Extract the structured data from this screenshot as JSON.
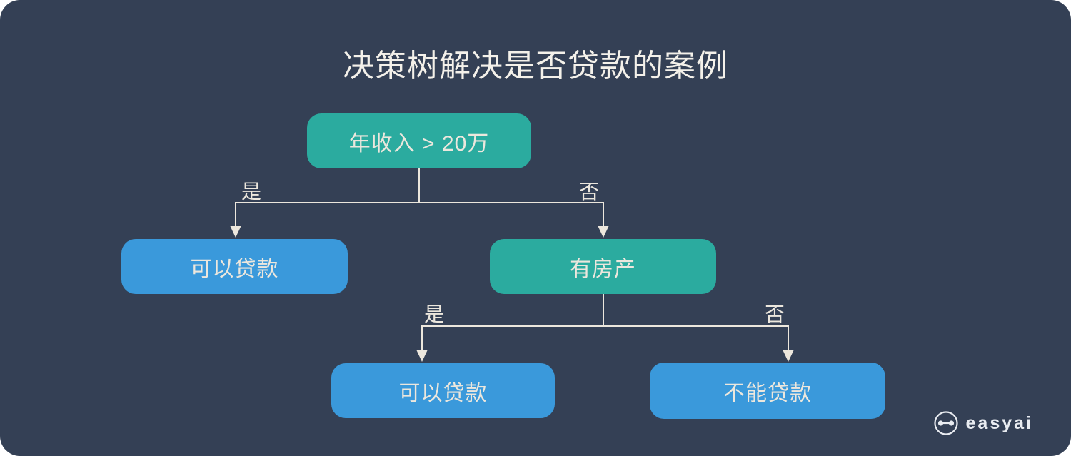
{
  "title": "决策树解决是否贷款的案例",
  "diagram": {
    "type": "decision-tree",
    "nodes": [
      {
        "id": "income",
        "label": "年收入 > 20万",
        "kind": "decision"
      },
      {
        "id": "loan-yes-1",
        "label": "可以贷款",
        "kind": "leaf"
      },
      {
        "id": "property",
        "label": "有房产",
        "kind": "decision"
      },
      {
        "id": "loan-yes-2",
        "label": "可以贷款",
        "kind": "leaf"
      },
      {
        "id": "loan-no",
        "label": "不能贷款",
        "kind": "leaf"
      }
    ],
    "edges": [
      {
        "from": "income",
        "to": "loan-yes-1",
        "label": "是"
      },
      {
        "from": "income",
        "to": "property",
        "label": "否"
      },
      {
        "from": "property",
        "to": "loan-yes-2",
        "label": "是"
      },
      {
        "from": "property",
        "to": "loan-no",
        "label": "否"
      }
    ]
  },
  "branding": {
    "logo_text": "easyai"
  },
  "colors": {
    "background": "#344055",
    "decision_node": "#2bab9f",
    "leaf_node": "#3a99db",
    "connector": "#ece7dd",
    "title_text": "#f4f1ea",
    "node_text": "#ece7dd"
  }
}
